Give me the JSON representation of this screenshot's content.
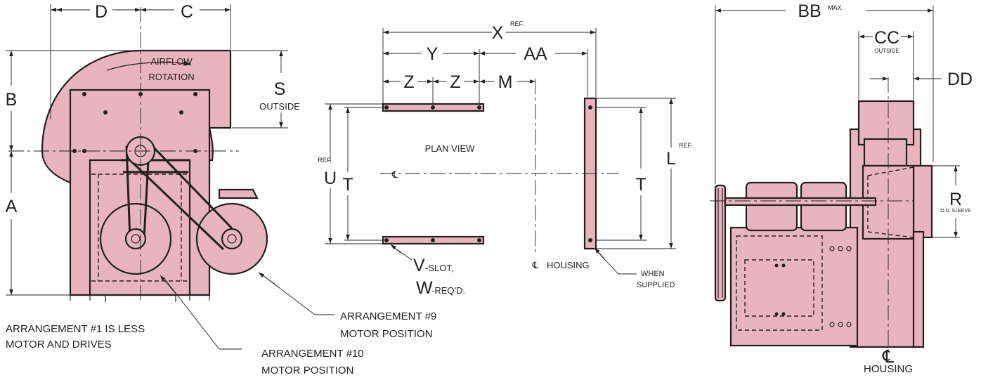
{
  "colors": {
    "part_fill": "#e8b4c0",
    "ink": "#231f20",
    "background": "#ffffff"
  },
  "views": {
    "side_view": {
      "dims": {
        "D": "D",
        "C": "C",
        "B": "B",
        "A": "A",
        "S": "S"
      },
      "s_note": "OUTSIDE",
      "airflow": "AIRFLOW",
      "rotation": "ROTATION"
    },
    "plan_view": {
      "title": "PLAN VIEW",
      "dims": {
        "X": "X",
        "Y": "Y",
        "AA": "AA",
        "Z1": "Z",
        "Z2": "Z",
        "M": "M",
        "U": "U",
        "T_left": "T",
        "T_right": "T",
        "L": "L"
      },
      "ref": "REF.",
      "centerline": "℄",
      "cl_housing": "℄",
      "housing": "HOUSING",
      "v": "V",
      "v_slot": "-SLOT,",
      "w": "W",
      "w_reqd": "-REQ'D.",
      "when": "WHEN",
      "supplied": "SUPPLIED"
    },
    "end_view": {
      "dims": {
        "BB": "BB",
        "CC": "CC",
        "DD": "DD",
        "R": "R"
      },
      "max": "MAX.",
      "outside": "OUTSIDE",
      "od_sleeve": "O.D. SLEEVE",
      "centerline": "℄",
      "housing": "HOUSING"
    }
  },
  "notes": {
    "arr1_line1": "ARRANGEMENT #1 IS LESS",
    "arr1_line2": "MOTOR AND DRIVES",
    "arr9_line1": "ARRANGEMENT #9",
    "arr9_line2": "MOTOR POSITION",
    "arr10_line1": "ARRANGEMENT #10",
    "arr10_line2": "MOTOR POSITION"
  }
}
